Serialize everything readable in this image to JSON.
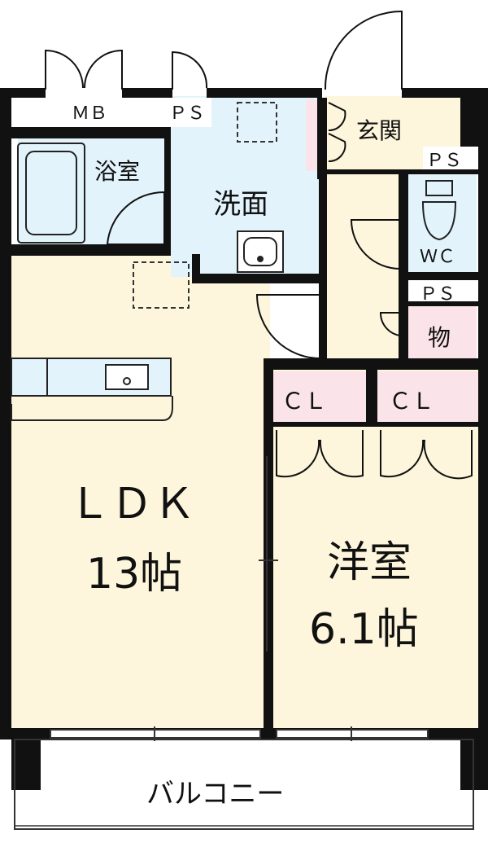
{
  "rooms": {
    "mb": "ＭＢ",
    "ps_top": "ＰＳ",
    "bath": "浴室",
    "wash": "洗面",
    "genkan": "玄関",
    "ps_right_top": "ＰＳ",
    "wc": "ＷＣ",
    "ps_right_mid": "ＰＳ",
    "storage": "物",
    "cl_left": "ＣＬ",
    "cl_right": "ＣＬ",
    "ldk_name": "ＬＤＫ",
    "ldk_size": "13帖",
    "western_name": "洋室",
    "western_size": "6.1帖",
    "balcony": "バルコニー"
  },
  "colors": {
    "wall": "#111111",
    "ldk_floor": "#fdf6dc",
    "wet_area": "#e3f3fb",
    "closet": "#fbe3ea",
    "genkan_floor": "#fdf6dc"
  }
}
